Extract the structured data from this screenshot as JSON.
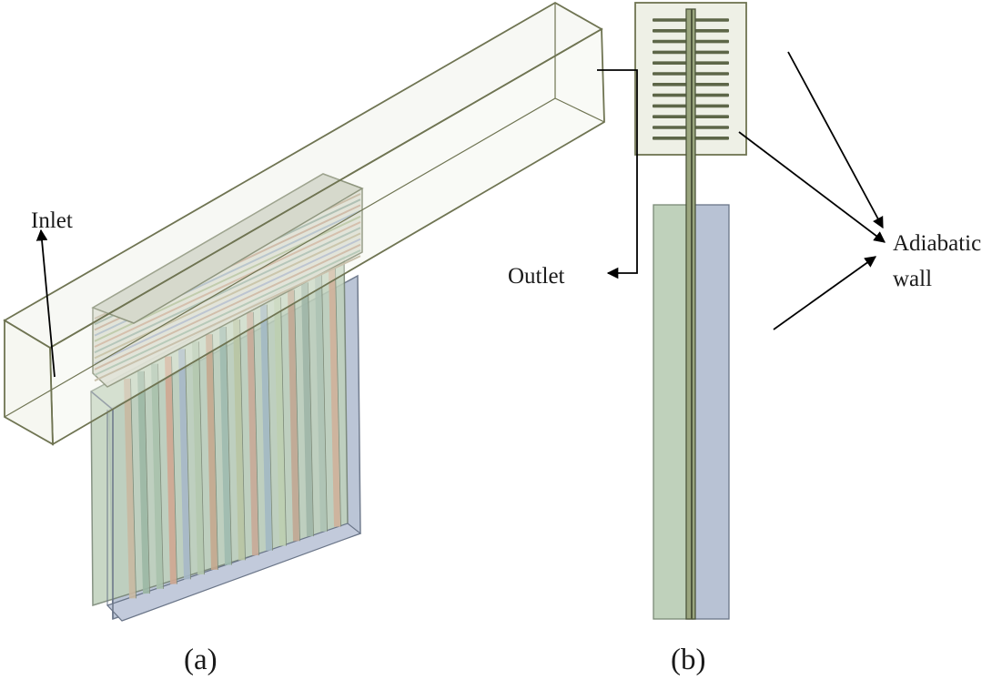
{
  "labels": {
    "inlet": "Inlet",
    "outlet": "Outlet",
    "adiabatic_line1": "Adiabatic",
    "adiabatic_line2": "wall",
    "panel_a": "(a)",
    "panel_b": "(b)"
  },
  "colors": {
    "duct_stroke": "#6f7452",
    "duct_fill": "#eef0e6",
    "green_plate": "#bfd1bb",
    "blue_plate": "#b8c2d4",
    "fin": "#5d6648",
    "rod_dark": "#4e563c",
    "rod_light": "#9aa57e",
    "arrow": "#000000"
  },
  "parts": {
    "fins_per_stack": 12,
    "stripe_colors": [
      "#c9b9a2",
      "#9cb8a5",
      "#a9c2ad",
      "#d0a892",
      "#a7b8c8",
      "#b5c9b0",
      "#c5a98f",
      "#9fbcb0",
      "#b9c6a4",
      "#c8aa98",
      "#a3b9c4",
      "#bdcfb1",
      "#c2a893",
      "#9fb6a8",
      "#aec3b5",
      "#d0b29b"
    ]
  }
}
